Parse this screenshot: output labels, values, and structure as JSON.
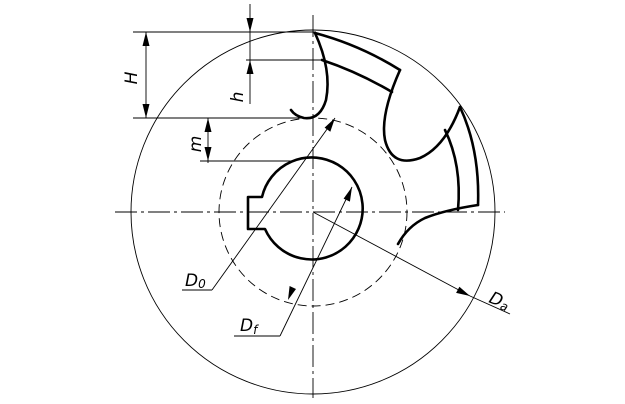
{
  "labels": {
    "H": "H",
    "h": "h",
    "m": "m",
    "D0": {
      "main": "D",
      "sub": "0"
    },
    "Df": {
      "main": "D",
      "sub": "f"
    },
    "Da": {
      "main": "D",
      "sub": "a"
    }
  }
}
